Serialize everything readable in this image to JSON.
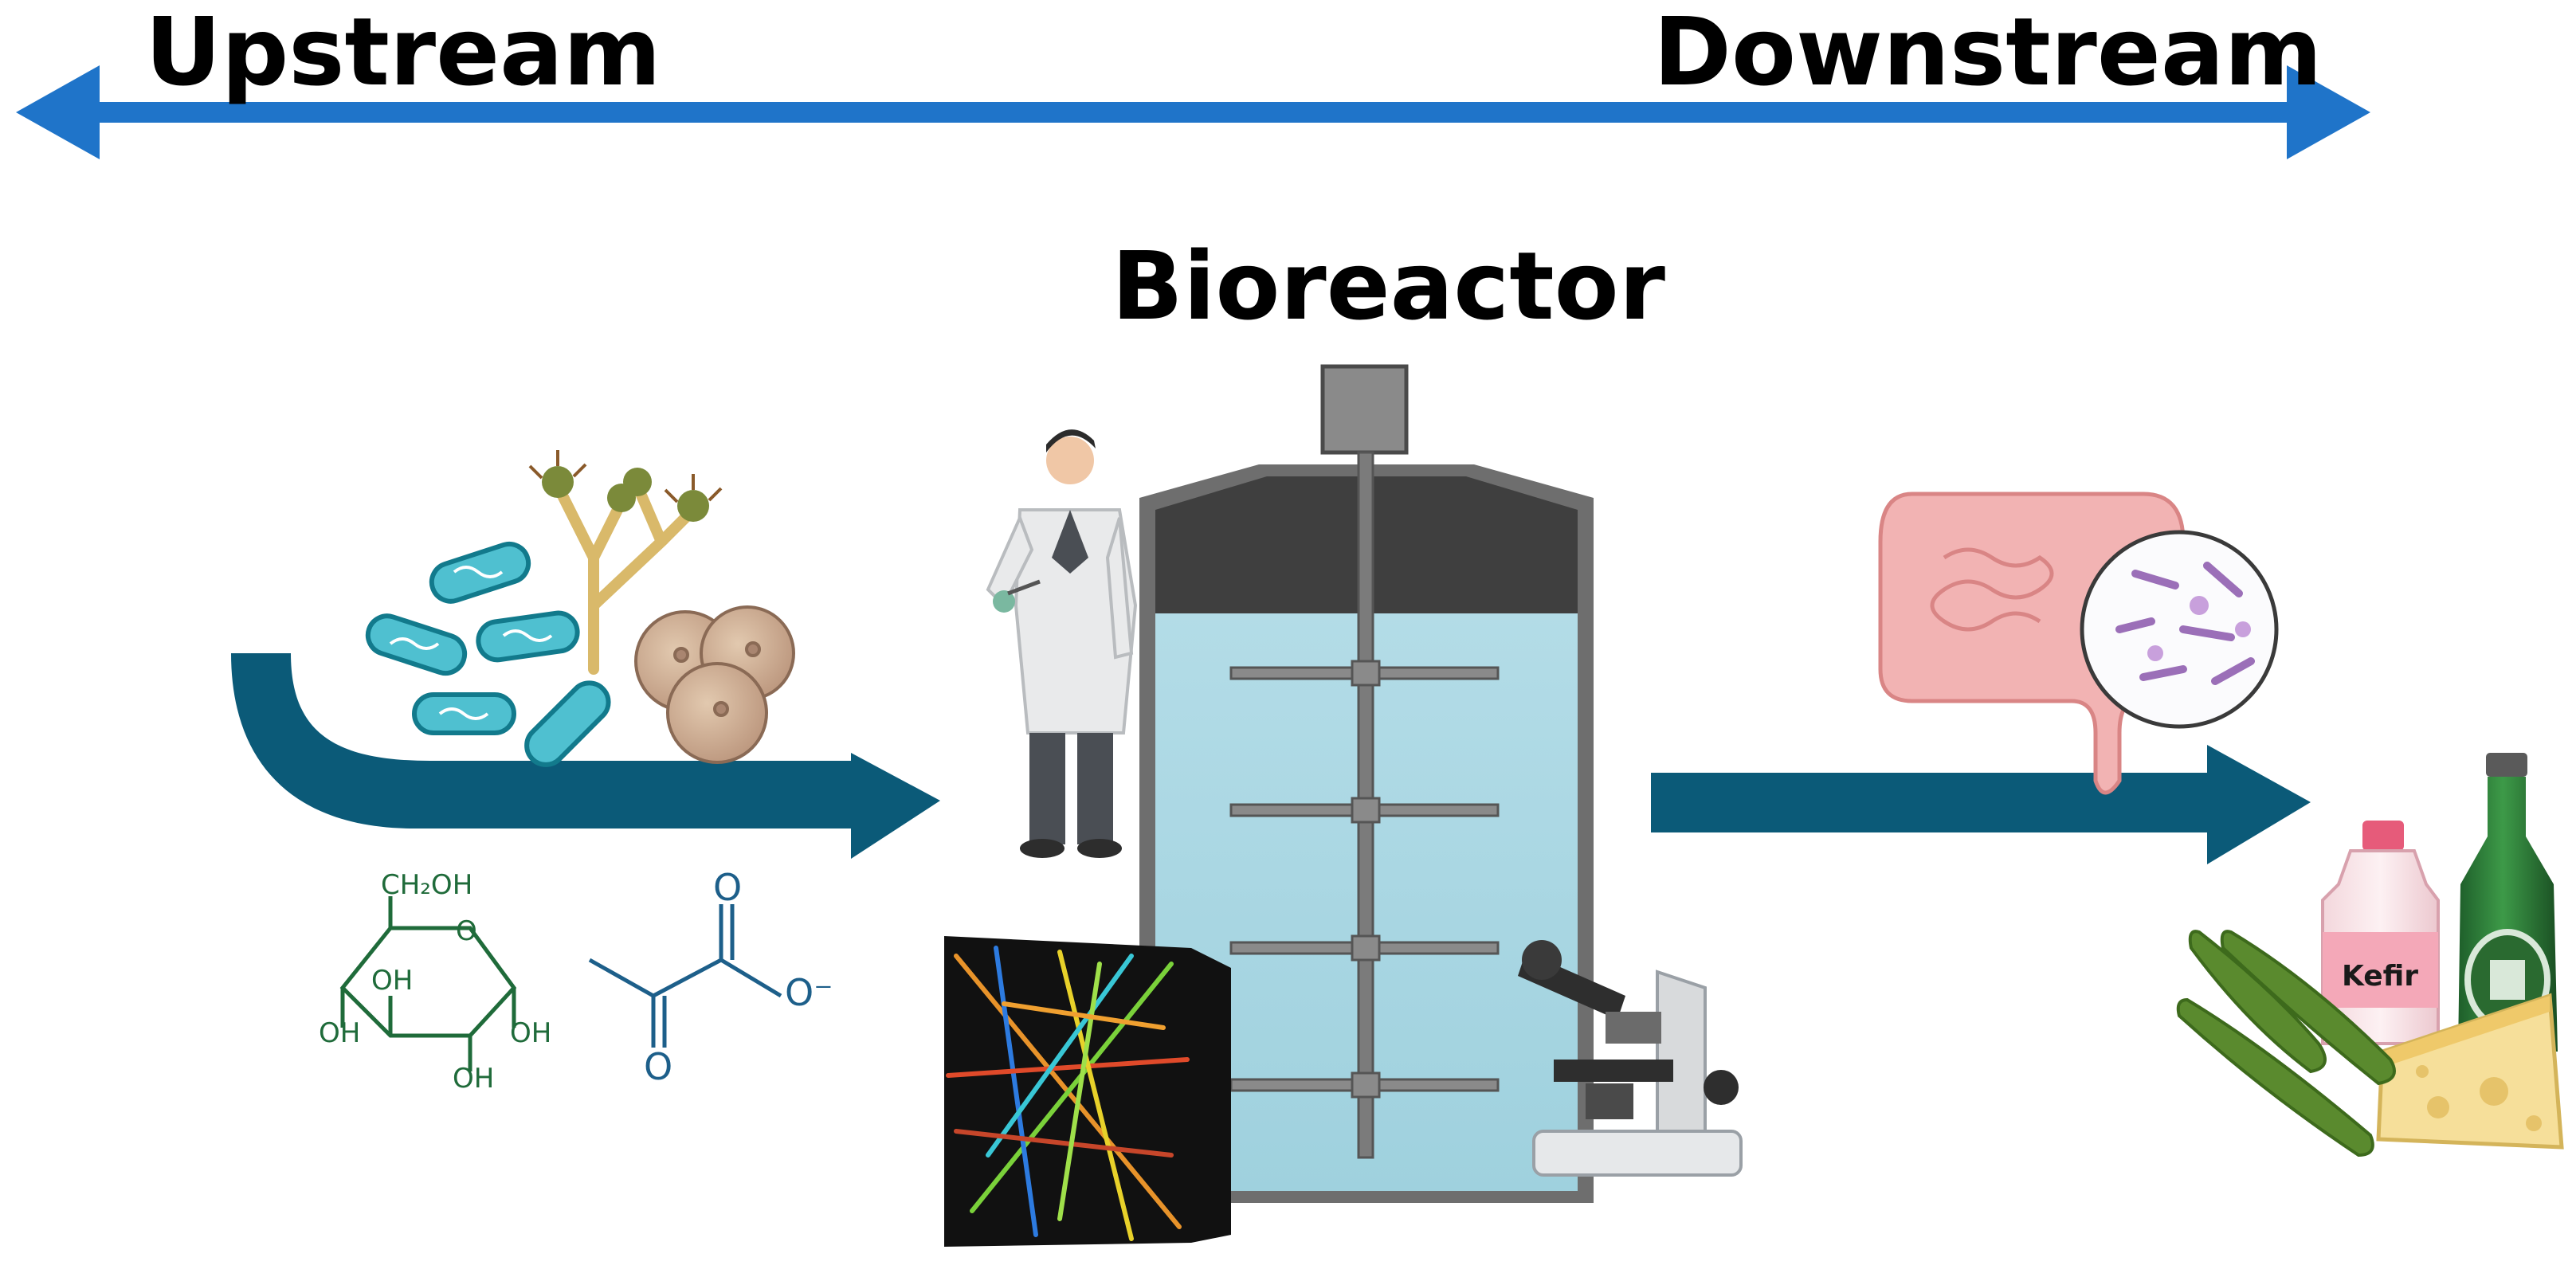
{
  "labels": {
    "upstream": "Upstream",
    "downstream": "Downstream",
    "bioreactor": "Bioreactor",
    "kefir": "Kefir"
  },
  "chem": {
    "ch2oh": "CH₂OH",
    "ring_o": "O",
    "oh": "OH",
    "carbonyl_o": "O",
    "carboxylate": "O⁻"
  },
  "colors": {
    "timeline_arrow": "#1f74c9",
    "flow_arrow": "#0b5a78",
    "reactor_liquid": "#a7d6e2",
    "reactor_head": "#3f3f3f",
    "reactor_frame": "#6b6b6b",
    "glucose": "#1f6b3a",
    "pyruvate": "#1d5f8a",
    "bacteria": "#4fc0d0",
    "yeast": "#c9a98a"
  },
  "icons": [
    "scientist-icon",
    "microscope-icon",
    "bacteria-icon",
    "mold-icon",
    "yeast-cells-icon",
    "intestine-icon",
    "microbiome-icon",
    "kefir-bottle-icon",
    "beer-bottle-icon",
    "cheese-icon",
    "green-beans-icon",
    "confocal-image-icon"
  ]
}
